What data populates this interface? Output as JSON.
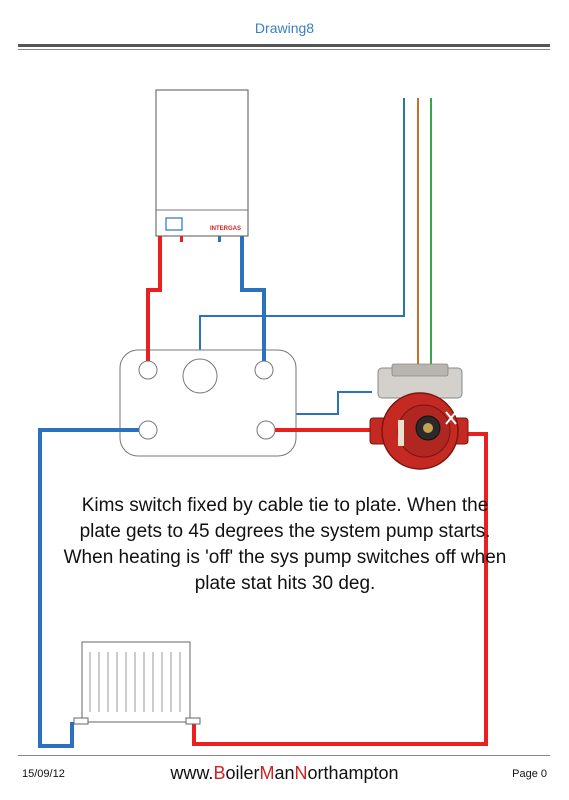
{
  "header": {
    "title": "Drawing8"
  },
  "diagram": {
    "boiler_brand": "INTERGAS",
    "note": "Kims switch fixed by cable tie to plate. When the plate gets to 45 degrees the system pump starts. When heating is 'off' the sys pump switches off when plate stat hits 30 deg.",
    "colors": {
      "flow_pipe": "#e82020",
      "return_pipe": "#2a72c0",
      "wire_blue": "#2a72c0",
      "wire_brown": "#c8702a",
      "wire_green": "#3aa54a",
      "pump_body": "#c42a22"
    }
  },
  "footer": {
    "date": "15/09/12",
    "site_prefix": "www.",
    "site_b": "B",
    "site_oiler": "oiler",
    "site_m": "M",
    "site_an": "an",
    "site_n": "N",
    "site_orthampton": "orthampton",
    "page": "Page 0"
  }
}
